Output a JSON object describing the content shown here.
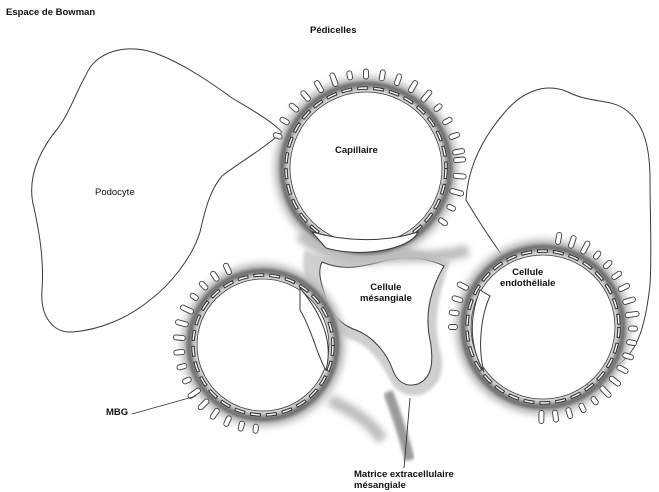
{
  "title": "Espace de Bowman",
  "labels": {
    "pedicelles": "Pédicelles",
    "capillaire": "Capillaire",
    "podocyte": "Podocyte",
    "cellule_mesangiale": [
      "Cellule",
      "mésangiale"
    ],
    "cellule_endotheliale": [
      "Cellule",
      "endothéliale"
    ],
    "mbg": "MBG",
    "matrice": [
      "Matrice extracellulaire",
      "mésangiale"
    ]
  },
  "colors": {
    "outline": "#3a3a3a",
    "membrane_dark": "#555555",
    "membrane_halo": "#c8c8c8",
    "matrix_gray": "#b9b9b9",
    "background": "#ffffff"
  }
}
